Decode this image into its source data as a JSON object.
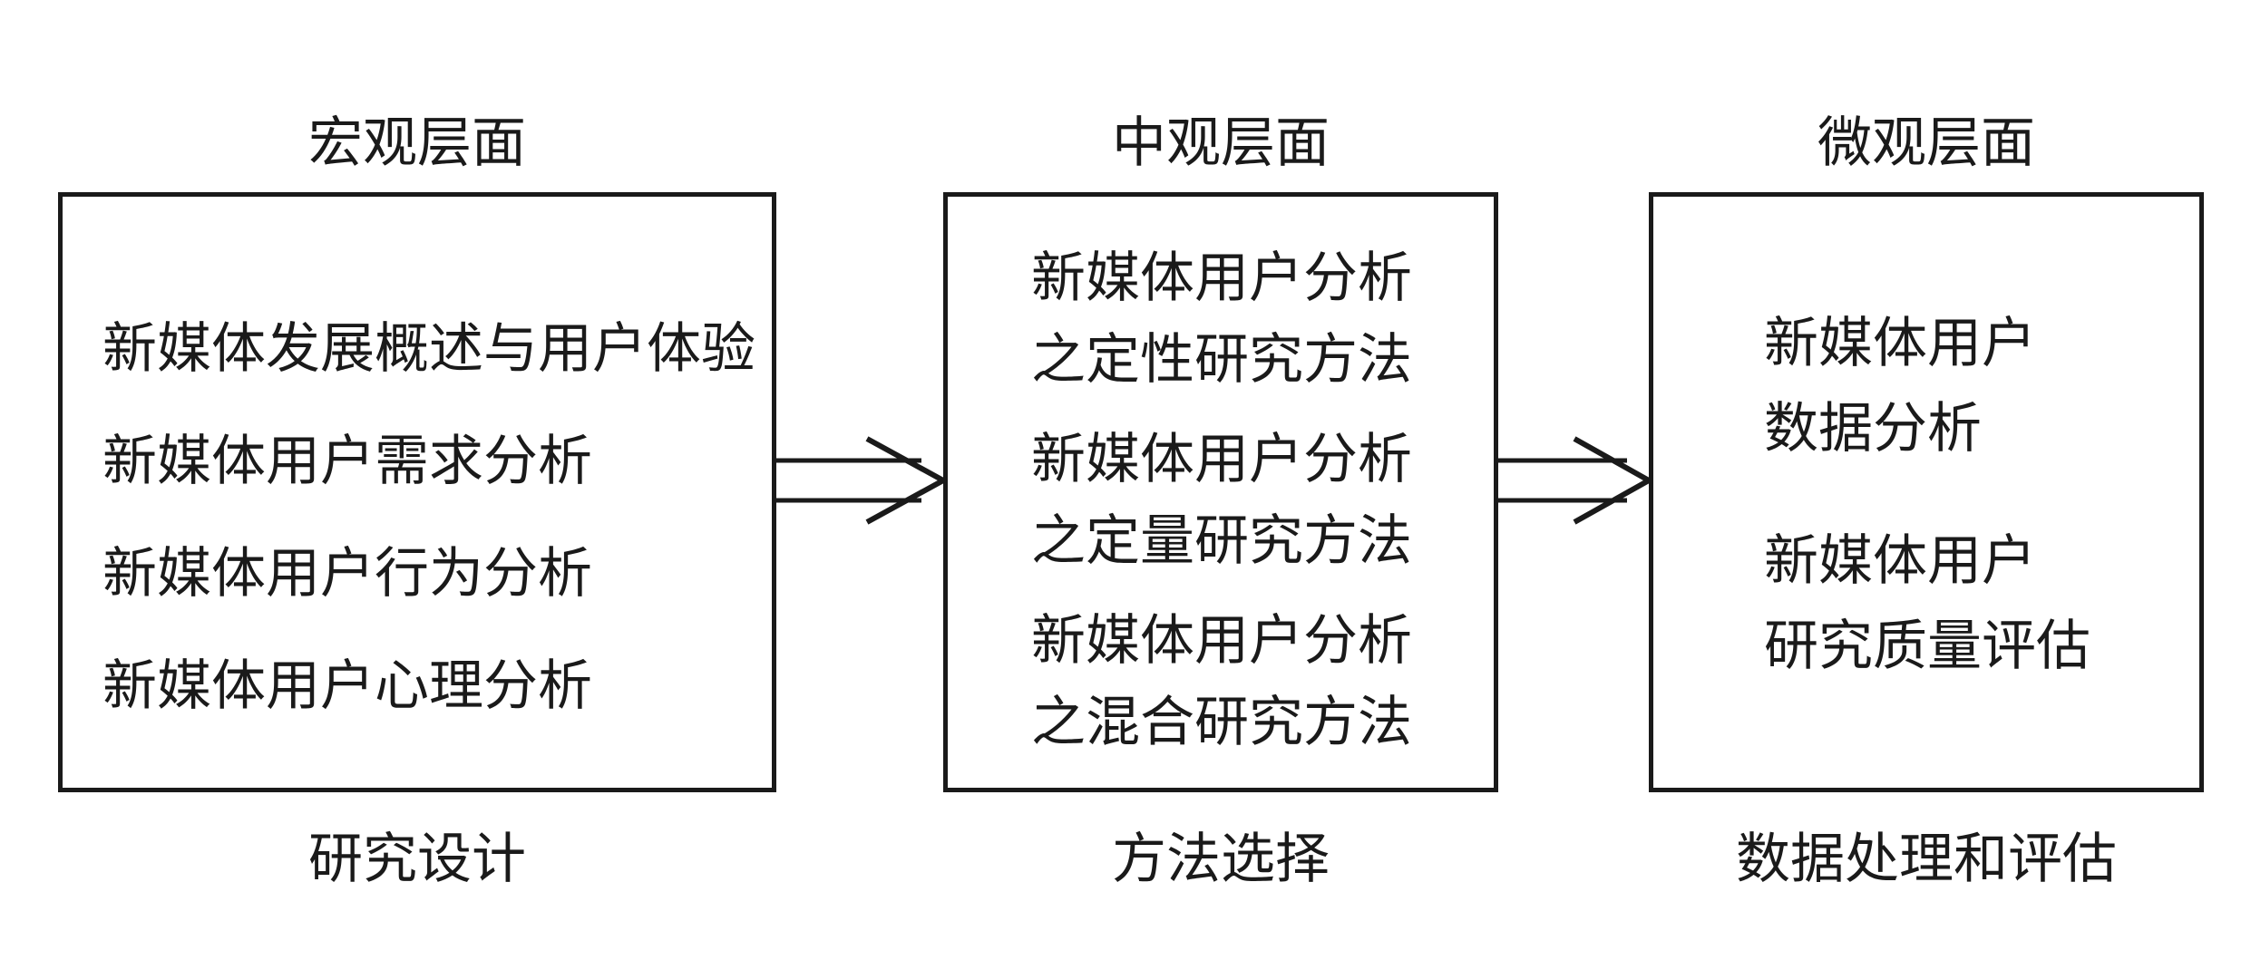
{
  "levels": {
    "macro": "宏观层面",
    "meso": "中观层面",
    "micro": "微观层面"
  },
  "macro_box": {
    "lines": [
      "新媒体发展概述与用户体验",
      "新媒体用户需求分析",
      "新媒体用户行为分析",
      "新媒体用户心理分析"
    ]
  },
  "meso_box": {
    "lines": [
      "新媒体用户分析",
      "之定性研究方法",
      "新媒体用户分析",
      "之定量研究方法",
      "新媒体用户分析",
      "之混合研究方法"
    ]
  },
  "micro_box": {
    "lines": [
      "新媒体用户",
      "数据分析",
      "新媒体用户",
      "研究质量评估"
    ]
  },
  "stages": {
    "design": "研究设计",
    "method": "方法选择",
    "data": "数据处理和评估"
  }
}
